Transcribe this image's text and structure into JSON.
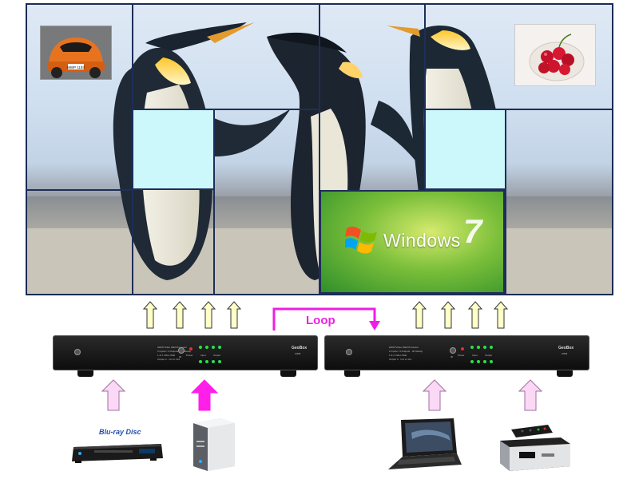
{
  "diagram": {
    "loop_label": "Loop",
    "screen_content": {
      "windows_logo_text": "Windows",
      "windows_version": "7",
      "car_plate": "MWP 1193"
    },
    "processors": [
      {
        "brand": "GeoBox",
        "model": "G805",
        "product_line": "HDMI Video Wall Processor",
        "lines": [
          "2 Inputs / 4 Outputs  ·  4K Ready",
          "1 & 2 Video Wall",
          "Output 4 · 1x1 to 4x4"
        ]
      },
      {
        "brand": "GeoBox",
        "model": "G805",
        "product_line": "HDMI Video Wall Processor",
        "lines": [
          "2 Inputs / 4 Outputs  ·  4K Ready",
          "1 & 2 Video Wall",
          "Output 4 · 1x1 to 4x4"
        ]
      }
    ],
    "processor_panel_labels": {
      "power": "Power",
      "input": "Input",
      "output": "Output",
      "ir": "IR"
    },
    "blu_ray_logo": "Blu-ray Disc",
    "colors": {
      "output_arrow_fill": "#ffffc8",
      "input_arrow_fill": "#fbd8f5",
      "loop_color": "#ee1ee6",
      "wall_border": "#1e2e58",
      "cyan_tile": "#ccf7fb"
    },
    "icons": [
      "car-photo-icon",
      "cherries-photo-icon",
      "penguins-background",
      "windows7-logo",
      "blu-ray-player-icon",
      "nas-server-icon",
      "laptop-icon",
      "media-player-remote-icon"
    ]
  }
}
